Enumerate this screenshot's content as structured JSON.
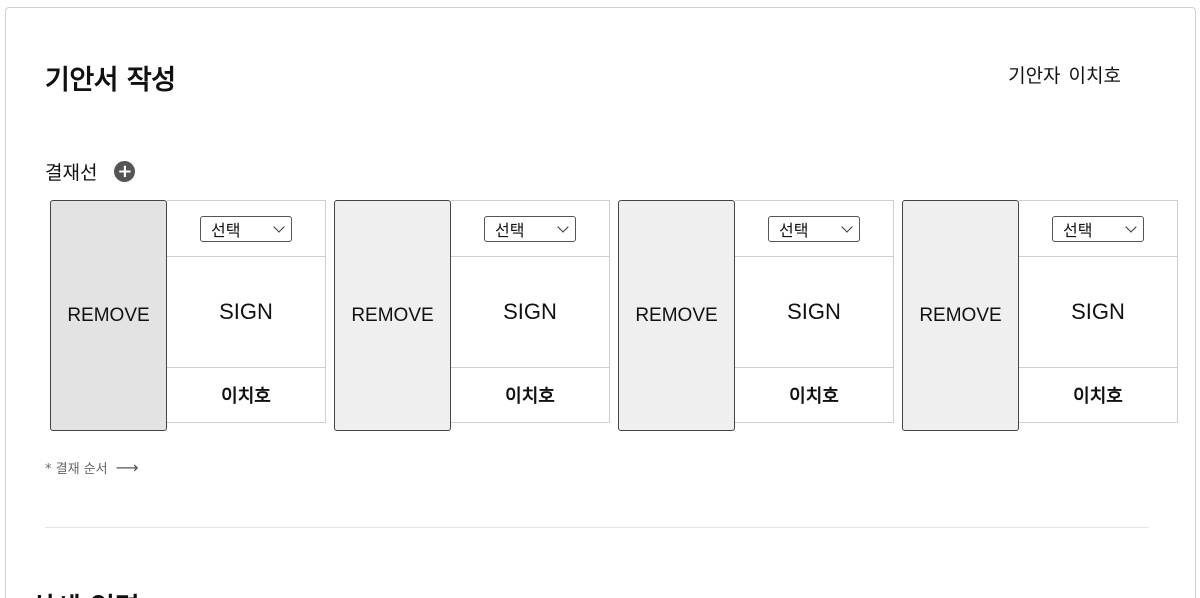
{
  "page": {
    "title": "기안서 작성",
    "drafter_label": "기안자",
    "drafter_name": "이치호"
  },
  "approval_line": {
    "label": "결재선",
    "add_icon": "plus-circle-icon",
    "approvers": [
      {
        "remove_label": "REMOVE",
        "select_value": "선택",
        "sign_label": "SIGN",
        "name": "이치호"
      },
      {
        "remove_label": "REMOVE",
        "select_value": "선택",
        "sign_label": "SIGN",
        "name": "이치호"
      },
      {
        "remove_label": "REMOVE",
        "select_value": "선택",
        "sign_label": "SIGN",
        "name": "이치호"
      },
      {
        "remove_label": "REMOVE",
        "select_value": "선택",
        "sign_label": "SIGN",
        "name": "이치호"
      }
    ],
    "order_note": "* 결재 순서",
    "order_arrow": "⟶"
  },
  "details": {
    "title": "상세 입력"
  }
}
